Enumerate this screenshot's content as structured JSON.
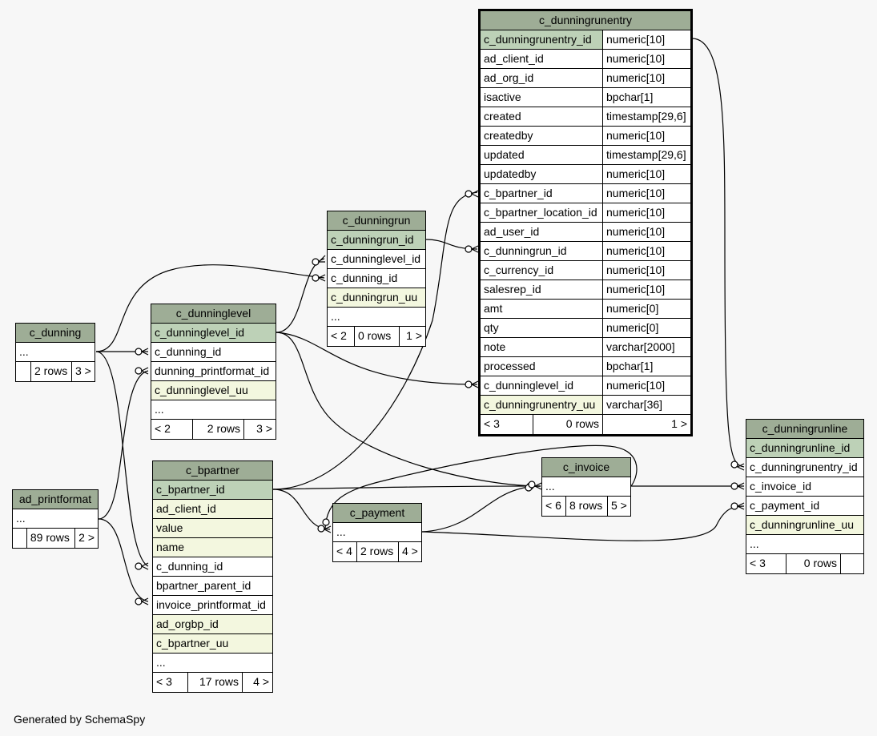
{
  "footer_text": "Generated by SchemaSpy",
  "tables": {
    "c_dunning": {
      "name": "c_dunning",
      "columns": [
        "..."
      ],
      "stats": {
        "parents": "",
        "rows": "2 rows",
        "children": "3 >"
      }
    },
    "ad_printformat": {
      "name": "ad_printformat",
      "columns": [
        "..."
      ],
      "stats": {
        "parents": "",
        "rows": "89 rows",
        "children": "2 >"
      }
    },
    "c_dunninglevel": {
      "name": "c_dunninglevel",
      "columns": [
        "c_dunninglevel_id",
        "c_dunning_id",
        "dunning_printformat_id",
        "c_dunninglevel_uu",
        "..."
      ],
      "stats": {
        "parents": "< 2",
        "rows": "2 rows",
        "children": "3 >"
      }
    },
    "c_dunningrun": {
      "name": "c_dunningrun",
      "columns": [
        "c_dunningrun_id",
        "c_dunninglevel_id",
        "c_dunning_id",
        "c_dunningrun_uu",
        "..."
      ],
      "stats": {
        "parents": "< 2",
        "rows": "0 rows",
        "children": "1 >"
      }
    },
    "c_bpartner": {
      "name": "c_bpartner",
      "columns": [
        "c_bpartner_id",
        "ad_client_id",
        "value",
        "name",
        "c_dunning_id",
        "bpartner_parent_id",
        "invoice_printformat_id",
        "ad_orgbp_id",
        "c_bpartner_uu",
        "..."
      ],
      "stats": {
        "parents": "< 3",
        "rows": "17 rows",
        "children": "4 >"
      }
    },
    "c_payment": {
      "name": "c_payment",
      "columns": [
        "..."
      ],
      "stats": {
        "parents": "< 4",
        "rows": "2 rows",
        "children": "4 >"
      }
    },
    "c_invoice": {
      "name": "c_invoice",
      "columns": [
        "..."
      ],
      "stats": {
        "parents": "< 6",
        "rows": "8 rows",
        "children": "5 >"
      }
    },
    "c_dunningrunentry": {
      "name": "c_dunningrunentry",
      "columns": [
        {
          "name": "c_dunningrunentry_id",
          "type": "numeric[10]"
        },
        {
          "name": "ad_client_id",
          "type": "numeric[10]"
        },
        {
          "name": "ad_org_id",
          "type": "numeric[10]"
        },
        {
          "name": "isactive",
          "type": "bpchar[1]"
        },
        {
          "name": "created",
          "type": "timestamp[29,6]"
        },
        {
          "name": "createdby",
          "type": "numeric[10]"
        },
        {
          "name": "updated",
          "type": "timestamp[29,6]"
        },
        {
          "name": "updatedby",
          "type": "numeric[10]"
        },
        {
          "name": "c_bpartner_id",
          "type": "numeric[10]"
        },
        {
          "name": "c_bpartner_location_id",
          "type": "numeric[10]"
        },
        {
          "name": "ad_user_id",
          "type": "numeric[10]"
        },
        {
          "name": "c_dunningrun_id",
          "type": "numeric[10]"
        },
        {
          "name": "c_currency_id",
          "type": "numeric[10]"
        },
        {
          "name": "salesrep_id",
          "type": "numeric[10]"
        },
        {
          "name": "amt",
          "type": "numeric[0]"
        },
        {
          "name": "qty",
          "type": "numeric[0]"
        },
        {
          "name": "note",
          "type": "varchar[2000]"
        },
        {
          "name": "processed",
          "type": "bpchar[1]"
        },
        {
          "name": "c_dunninglevel_id",
          "type": "numeric[10]"
        },
        {
          "name": "c_dunningrunentry_uu",
          "type": "varchar[36]"
        }
      ],
      "stats": {
        "parents": "< 3",
        "rows": "0 rows",
        "children": "1 >"
      }
    },
    "c_dunningrunline": {
      "name": "c_dunningrunline",
      "columns": [
        "c_dunningrunline_id",
        "c_dunningrunentry_id",
        "c_invoice_id",
        "c_payment_id",
        "c_dunningrunline_uu",
        "..."
      ],
      "stats": {
        "parents": "< 3",
        "rows": "0 rows",
        "children": ""
      }
    }
  }
}
